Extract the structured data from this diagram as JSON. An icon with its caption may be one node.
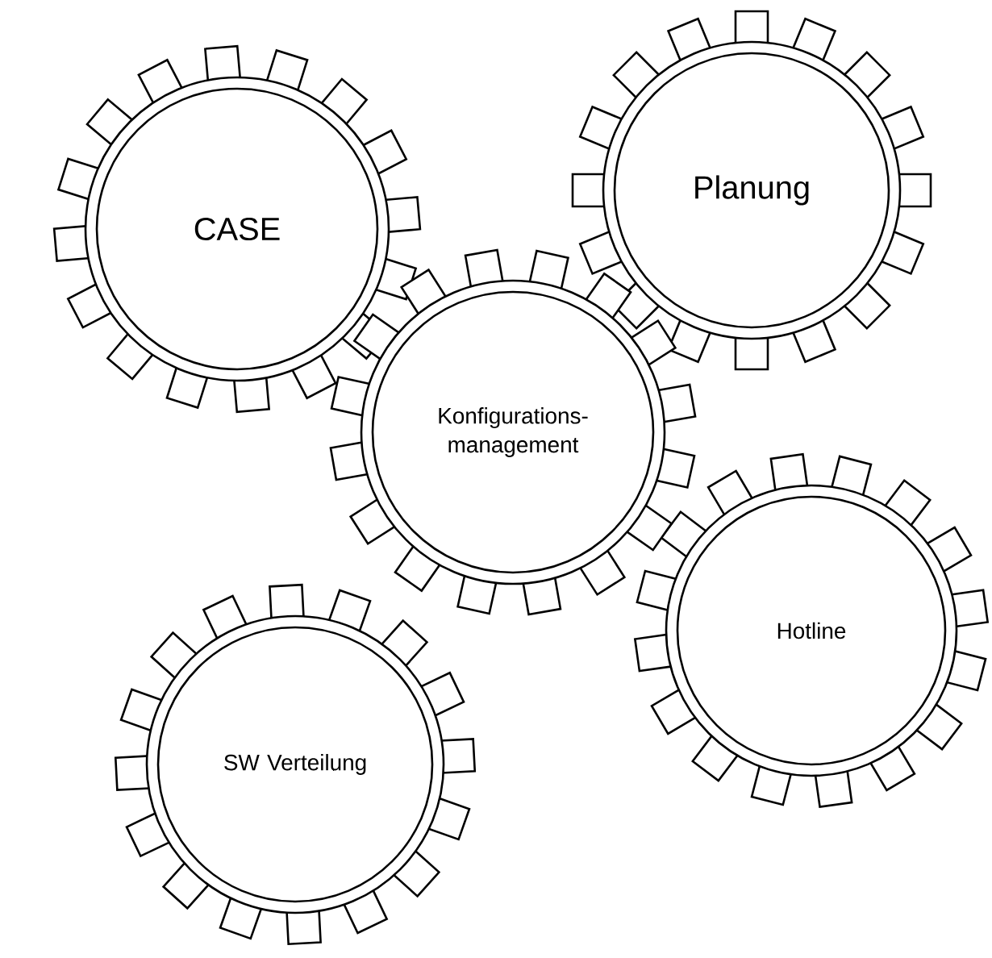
{
  "diagram": {
    "nodes": [
      {
        "text": [
          "CASE"
        ]
      },
      {
        "text": [
          "Planung"
        ]
      },
      {
        "text": [
          "Konfigurations- management"
        ]
      },
      {
        "text": [
          "Hotline"
        ]
      },
      {
        "text": [
          "SW Verteilung"
        ]
      }
    ]
  }
}
